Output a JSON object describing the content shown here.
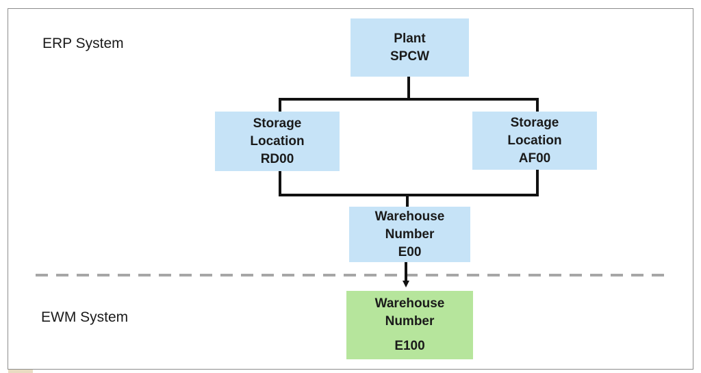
{
  "systems": {
    "erp_label": "ERP System",
    "ewm_label": "EWM System"
  },
  "nodes": {
    "plant": {
      "line1": "Plant",
      "line2": "SPCW"
    },
    "storage_rd": {
      "line1": "Storage",
      "line2": "Location",
      "line3": "RD00"
    },
    "storage_af": {
      "line1": "Storage",
      "line2": "Location",
      "line3": "AF00"
    },
    "warehouse_erp": {
      "line1": "Warehouse",
      "line2": "Number",
      "line3": "E00"
    },
    "warehouse_ewm": {
      "line1": "Warehouse",
      "line2": "Number",
      "line3": "E100"
    }
  },
  "colors": {
    "erp_box": "#c6e3f7",
    "ewm_box": "#b6e59c",
    "connector": "#111111",
    "divider": "#a6a6a6"
  }
}
